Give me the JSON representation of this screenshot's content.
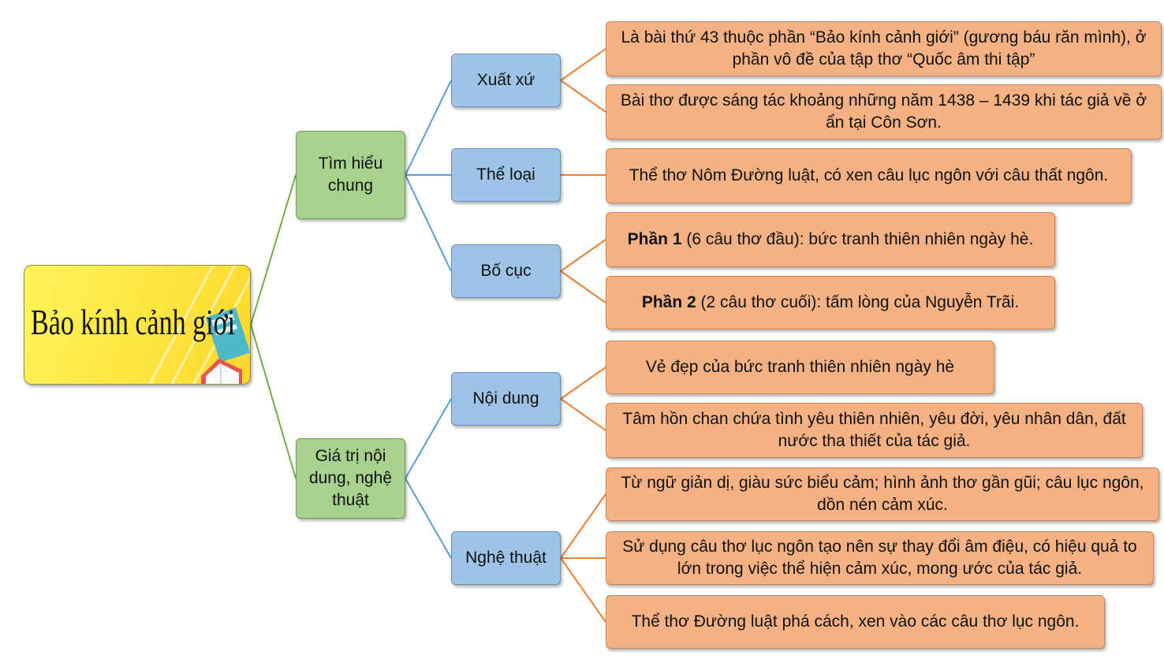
{
  "root": {
    "title": "Bảo kính cảnh giới"
  },
  "colors": {
    "root_fill": "#fde63f",
    "level1_fill": "#a9d18e",
    "level2_fill": "#9dc3e6",
    "leaf_fill": "#f4b183",
    "link_level1": "#70ad47",
    "link_level2": "#5b9bd5",
    "link_leaf": "#ed7d31"
  },
  "branches": [
    {
      "label": "Tìm hiểu chung",
      "children": [
        {
          "label": "Xuất xứ",
          "leaves": [
            {
              "text": "Là bài thứ 43 thuộc phần “Bảo kính cảnh giới” (gương báu răn mình), ở phần vô đề của tập thơ “Quốc âm thi tập”"
            },
            {
              "text": "Bài thơ được sáng tác khoảng những năm 1438 – 1439 khi tác giả về ở ẩn tại Côn Sơn."
            }
          ]
        },
        {
          "label": "Thể loại",
          "leaves": [
            {
              "text": "Thể thơ Nôm Đường luật, có xen câu lục ngôn với câu thất ngôn."
            }
          ]
        },
        {
          "label": "Bố cục",
          "leaves": [
            {
              "bold": "Phần 1",
              "text": " (6 câu thơ đầu): bức tranh thiên nhiên ngày hè."
            },
            {
              "bold": "Phần 2",
              "text": " (2 câu thơ cuối): tấm lòng của Nguyễn Trãi."
            }
          ]
        }
      ]
    },
    {
      "label": "Giá trị nội dung, nghệ thuật",
      "children": [
        {
          "label": "Nội dung",
          "leaves": [
            {
              "text": "Vẻ đẹp của bức tranh thiên nhiên ngày hè"
            },
            {
              "text": "Tâm hồn chan chứa tình yêu thiên nhiên, yêu đời, yêu nhân dân, đất nước tha thiết của tác giả."
            }
          ]
        },
        {
          "label": "Nghệ thuật",
          "leaves": [
            {
              "text": "Từ ngữ giản dị, giàu sức biểu cảm; hình ảnh thơ gần gũi; câu lục ngôn, dồn nén cảm xúc."
            },
            {
              "text": "Sử dụng câu thơ lục ngôn tạo nên sự thay đổi âm điệu, có hiệu quả to lớn trong việc thể hiện cảm xúc, mong ước của tác giả."
            },
            {
              "text": "Thể thơ Đường luật phá cách, xen vào các câu thơ lục ngôn."
            }
          ]
        }
      ]
    }
  ]
}
